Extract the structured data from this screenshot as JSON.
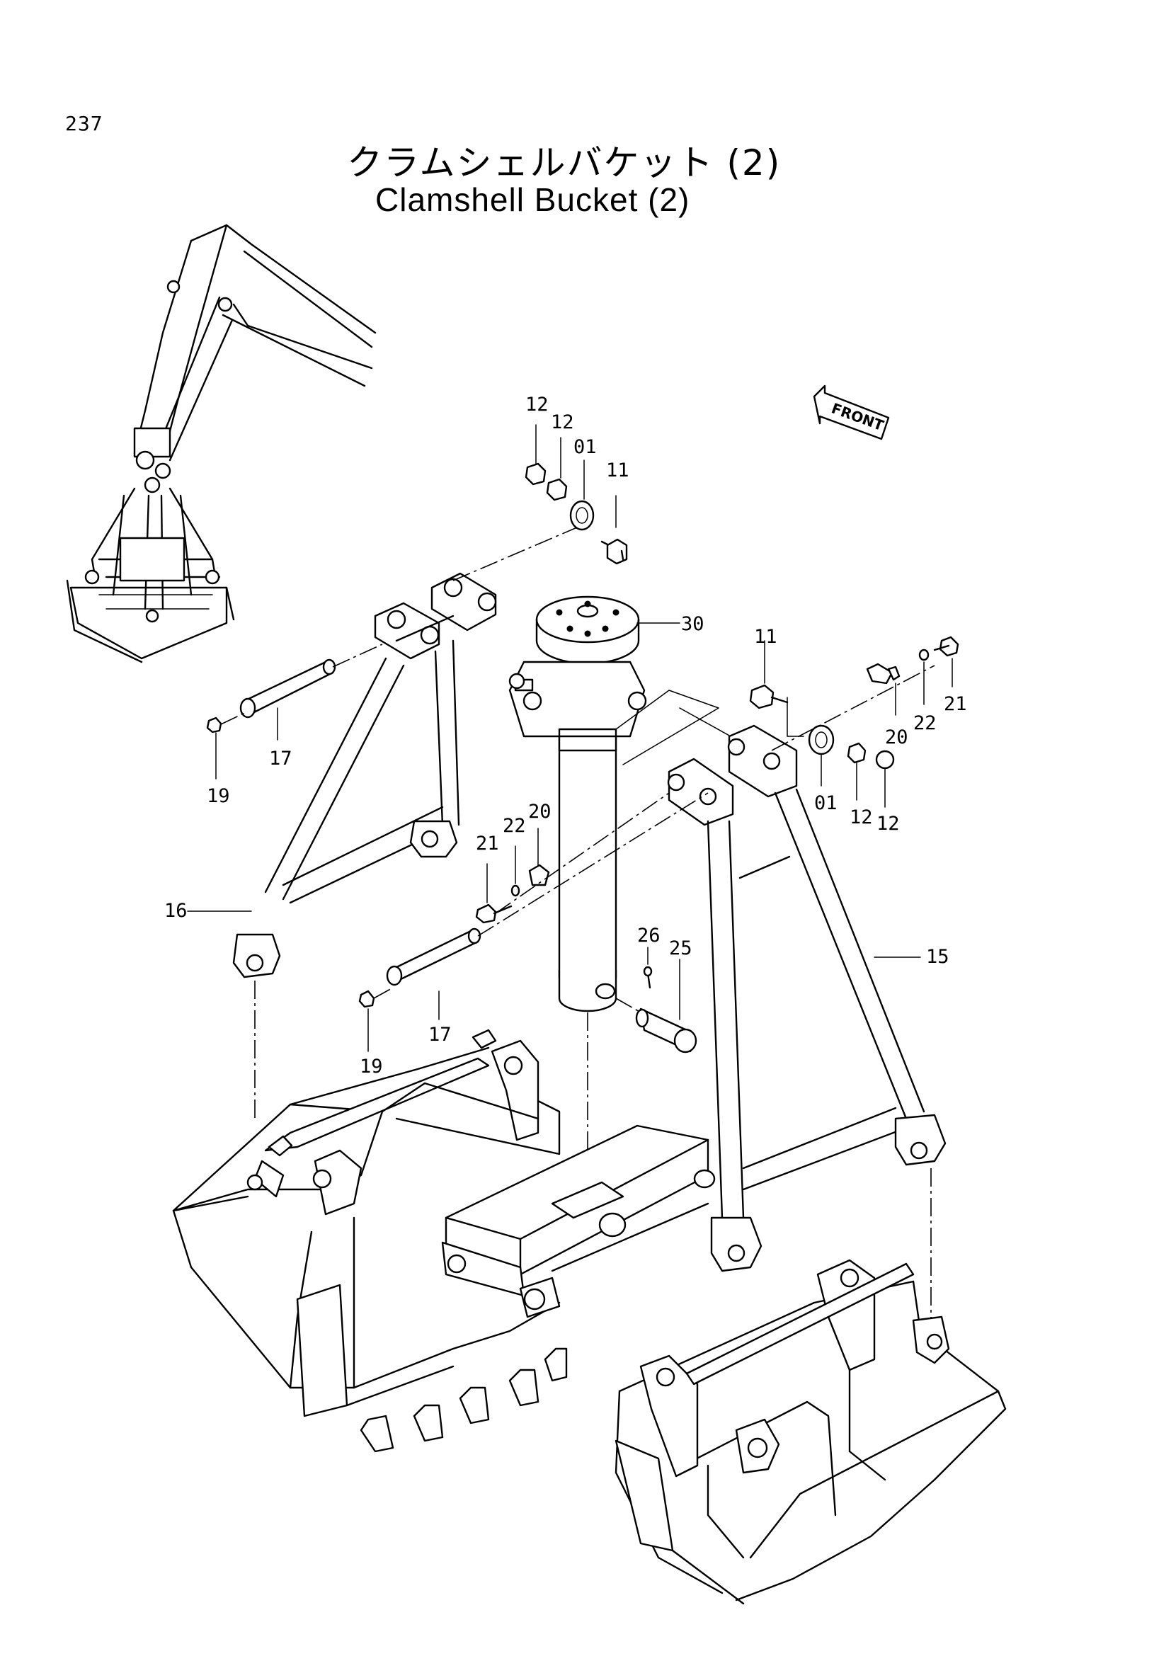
{
  "page_number": "237",
  "title_jp": "クラムシェルバケット (2)",
  "title_en": "Clamshell Bucket (2)",
  "front_label": "FRONT",
  "part_labels": {
    "p12a": "12",
    "p12b": "12",
    "p01a": "01",
    "p11a": "11",
    "p30": "30",
    "p11b": "11",
    "p12c": "12",
    "p12d": "12",
    "p01b": "01",
    "p20a": "20",
    "p22a": "22",
    "p21a": "21",
    "p17a": "17",
    "p19a": "19",
    "p16": "16",
    "p21b": "21",
    "p22b": "22",
    "p20b": "20",
    "p17b": "17",
    "p19b": "19",
    "p26": "26",
    "p25": "25",
    "p15": "15"
  }
}
